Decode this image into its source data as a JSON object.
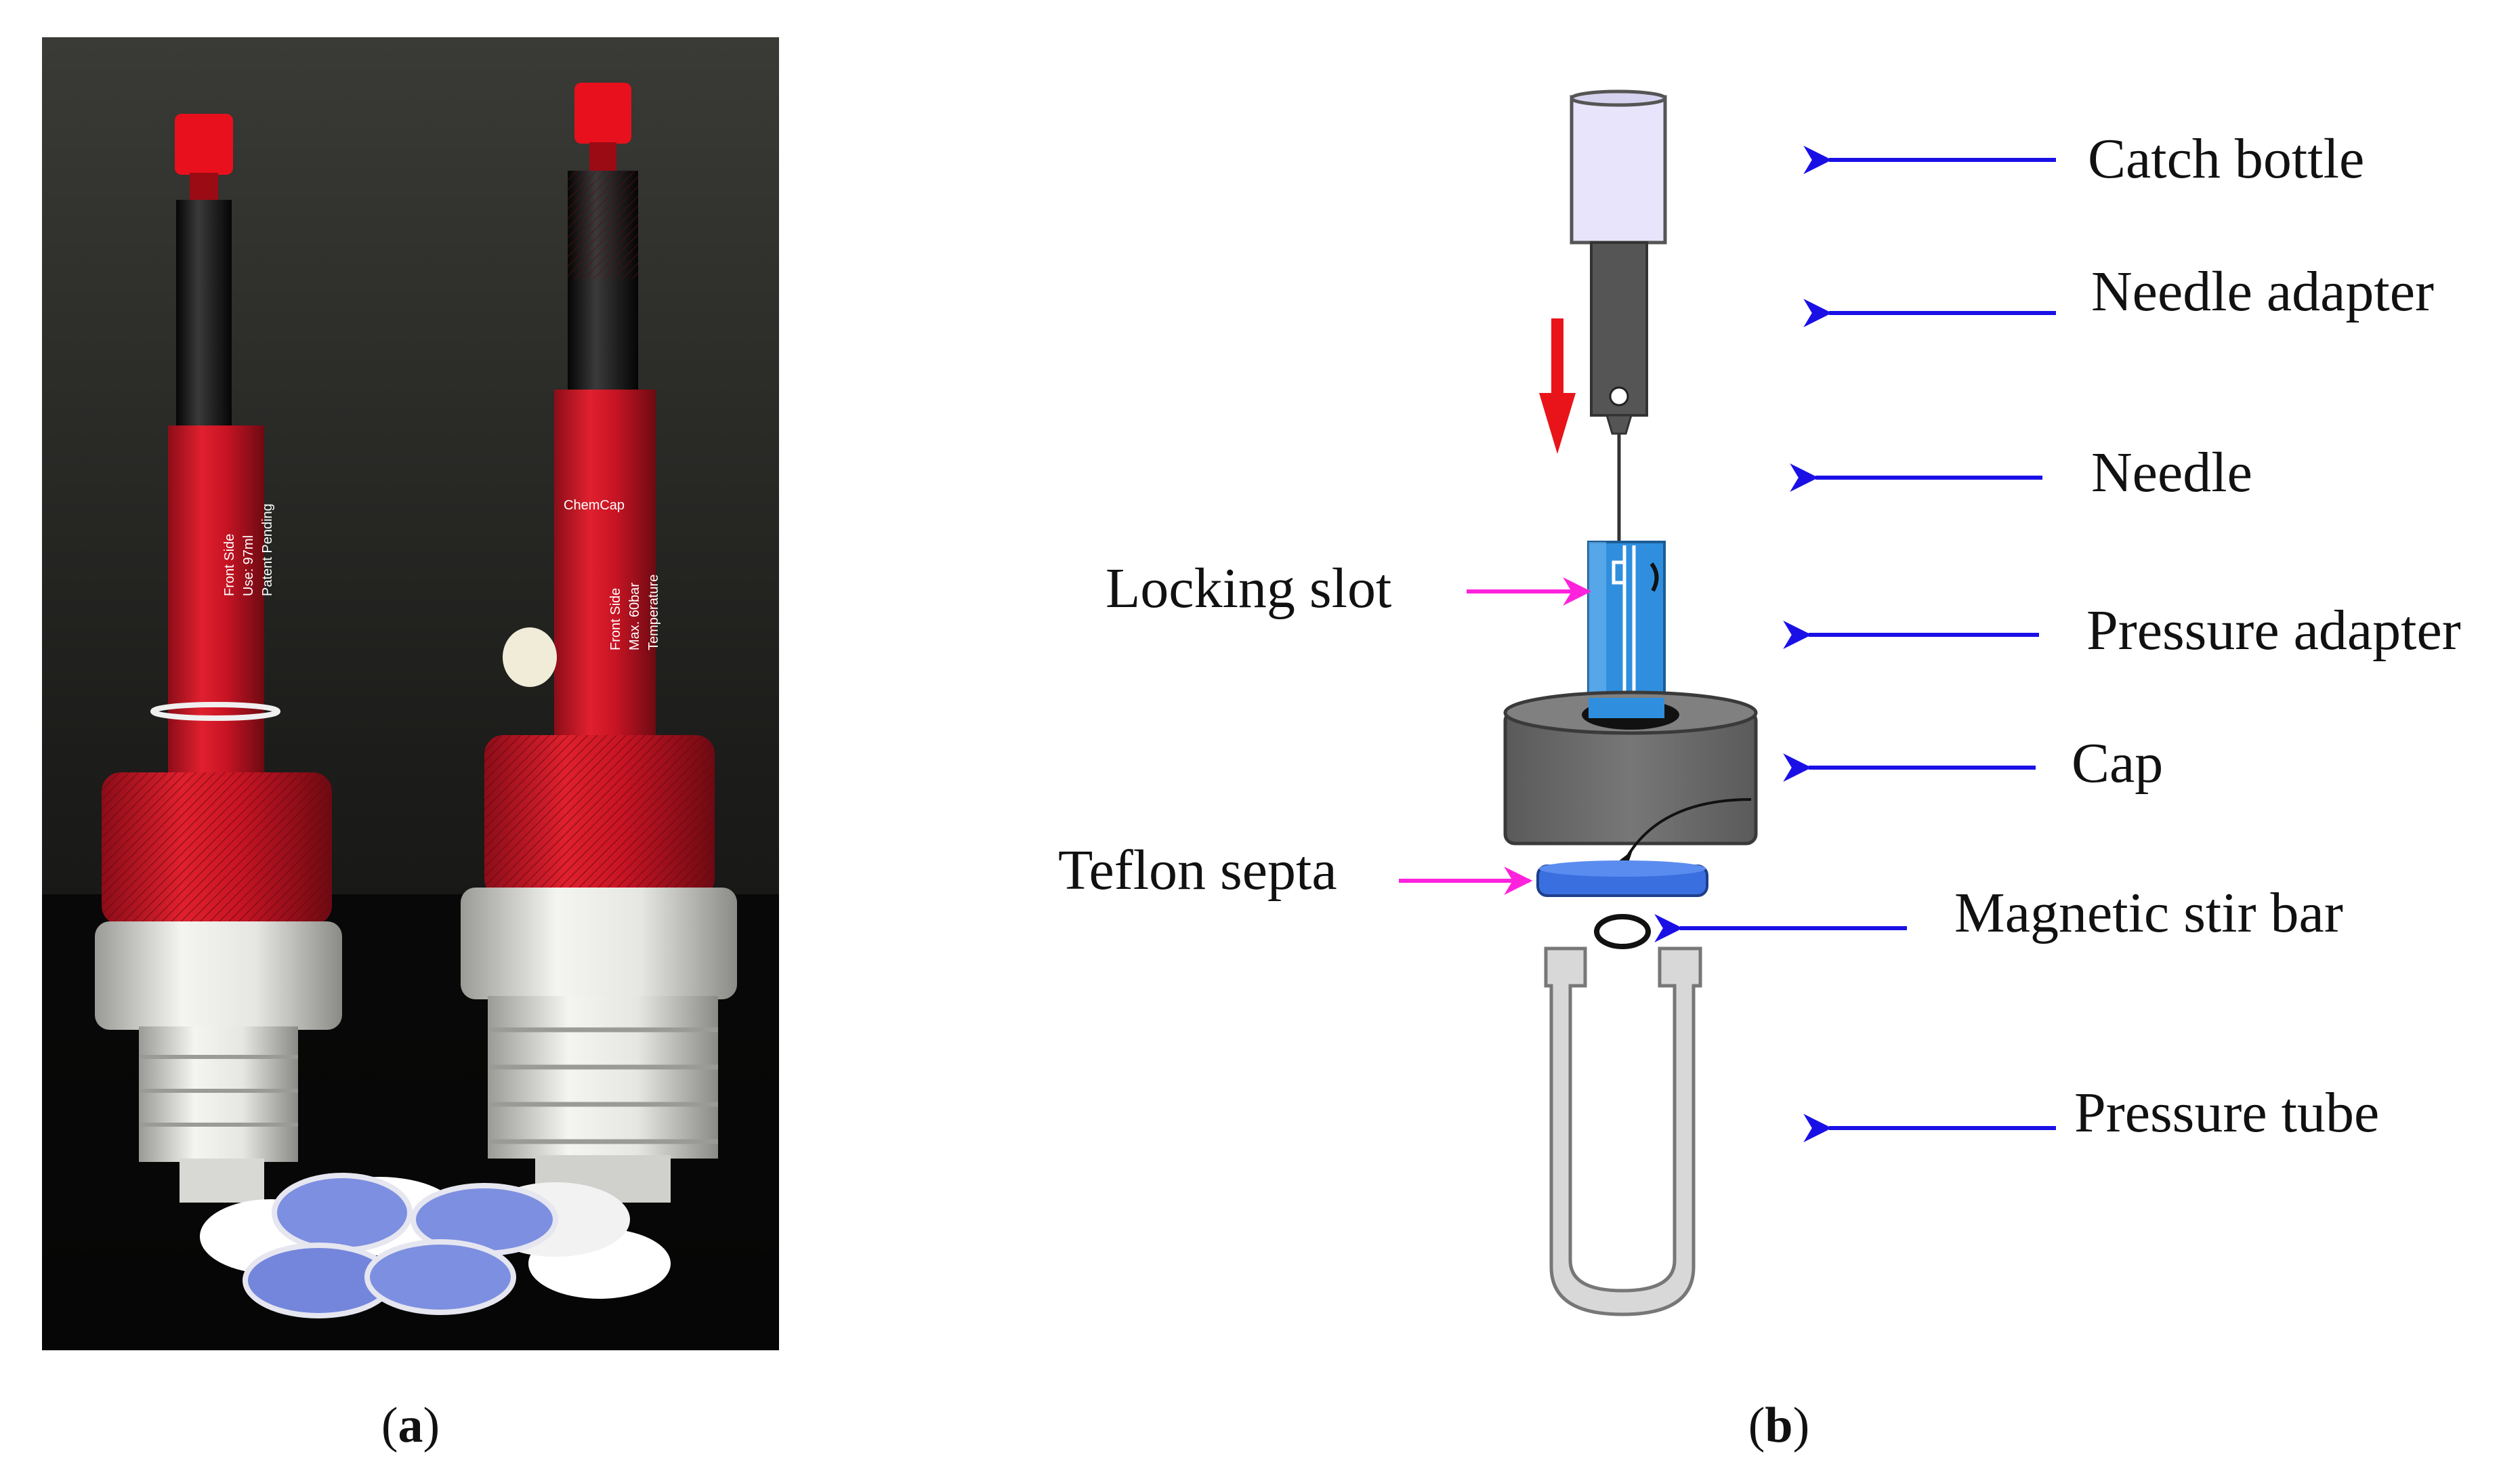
{
  "panel_a": {
    "caption_open": "(",
    "caption_letter": "a",
    "caption_close": ")",
    "left_device_text": [
      "Front Side",
      "Use: 97ml",
      "Patent Pending"
    ],
    "right_device_brand": "ChemCap",
    "right_device_text": [
      "Front Side",
      "Max. 60bar",
      "Temperature"
    ]
  },
  "panel_b": {
    "caption_open": "(",
    "caption_letter": "b",
    "caption_close": ")",
    "labels": {
      "catch_bottle": "Catch bottle",
      "needle_adapter": "Needle adapter",
      "needle": "Needle",
      "locking_slot": "Locking slot",
      "pressure_adapter": "Pressure adapter",
      "cap": "Cap",
      "teflon_septa": "Teflon septa",
      "magnetic_stir_bar": "Magnetic stir bar",
      "pressure_tube": "Pressure tube"
    }
  },
  "colors": {
    "blue_arrow": "#1a10e6",
    "magenta_arrow": "#ff22dd",
    "red_arrow": "#e8141a",
    "adapter_blue": "#2f8fde",
    "cap_grey": "#6b6b6b",
    "septa_blue": "#3a6fe0",
    "tube_grey": "#d8d8d8",
    "device_red": "#d3142a"
  }
}
